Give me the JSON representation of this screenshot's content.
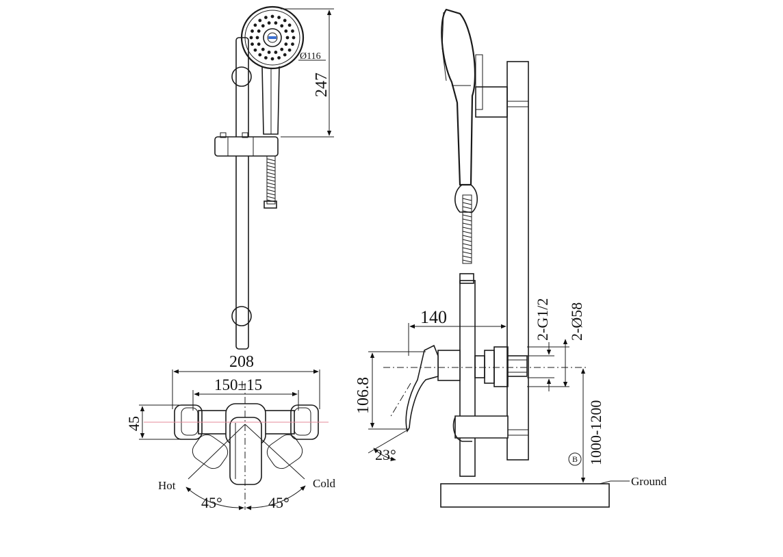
{
  "dimensions": {
    "head_diameter": "Ø116",
    "head_length": "247",
    "width_overall": "208",
    "inlet_spacing": "150±15",
    "body_height": "45",
    "projection": "140",
    "handle_height": "106.8",
    "handle_angle": "23°",
    "thread": "2-G1/2",
    "flange": "2-Ø58",
    "install_height": "1000-1200",
    "angle_hot": "45°",
    "angle_cold": "45°"
  },
  "labels": {
    "hot": "Hot",
    "cold": "Cold",
    "ground": "Ground",
    "marker": "B"
  }
}
